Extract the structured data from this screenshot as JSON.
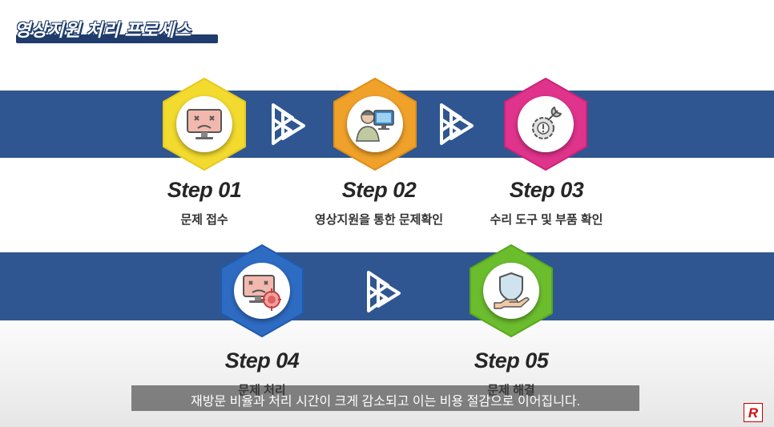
{
  "title": "영상지원 처리 프로세스",
  "colors": {
    "band": "#2f5690",
    "step1_hex": "#f2da2e",
    "step2_hex": "#f0a12a",
    "step3_hex": "#e0338c",
    "step4_hex": "#2e6bc2",
    "step5_hex": "#6cbd2e"
  },
  "steps": [
    {
      "label": "Step 01",
      "desc": "문제 접수",
      "icon": "broken-monitor-icon"
    },
    {
      "label": "Step 02",
      "desc": "영상지원을 통한 문제확인",
      "icon": "support-person-icon"
    },
    {
      "label": "Step 03",
      "desc": "수리 도구 및 부품 확인",
      "icon": "repair-tool-icon"
    },
    {
      "label": "Step 04",
      "desc": "문제 처리",
      "icon": "target-monitor-icon"
    },
    {
      "label": "Step 05",
      "desc": "문제 해결",
      "icon": "shield-hand-icon"
    }
  ],
  "caption": "재방문 비율과 처리 시간이 크게 감소되고 이는 비용 절감으로 이어집니다.",
  "logo_letter": "R"
}
